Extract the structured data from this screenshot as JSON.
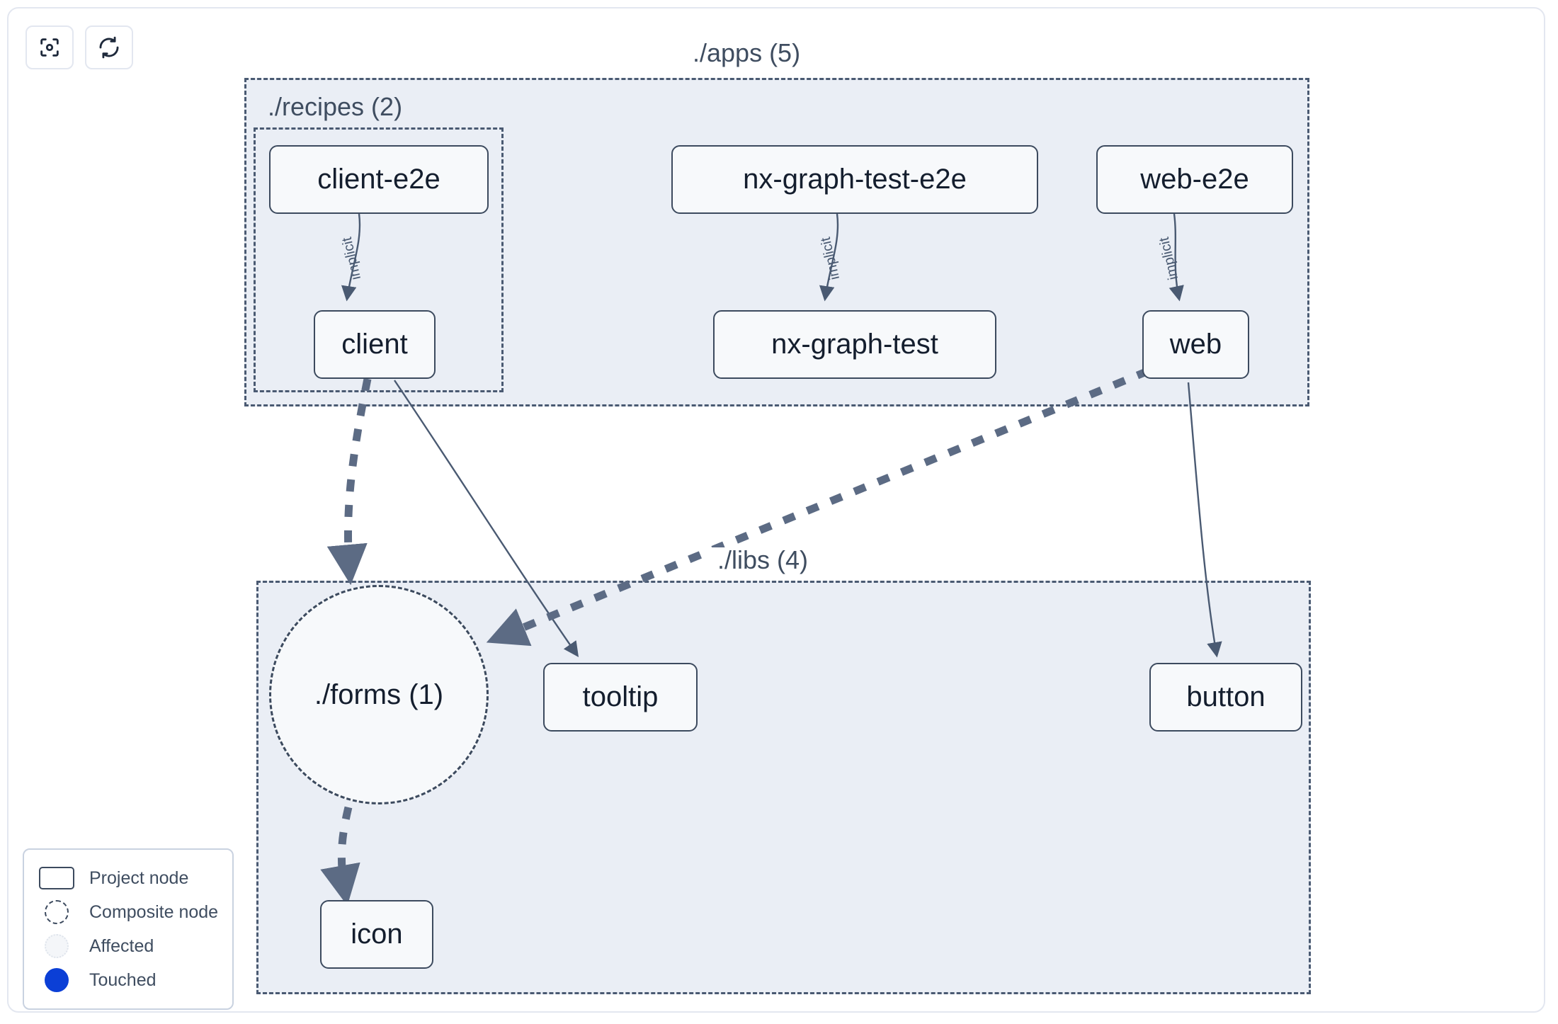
{
  "toolbar": {
    "buttons": [
      {
        "name": "focus-graph-button",
        "icon": "focus-target-icon",
        "label": ""
      },
      {
        "name": "refresh-graph-button",
        "icon": "refresh-icon",
        "label": ""
      }
    ]
  },
  "groups": [
    {
      "id": "apps",
      "label": "./apps (5)",
      "count": 5
    },
    {
      "id": "recipes",
      "label": "./recipes (2)",
      "count": 2
    },
    {
      "id": "libs",
      "label": "./libs (4)",
      "count": 4
    }
  ],
  "nodes": [
    {
      "id": "client-e2e",
      "label": "client-e2e",
      "type": "project",
      "group": "recipes"
    },
    {
      "id": "client",
      "label": "client",
      "type": "project",
      "group": "recipes"
    },
    {
      "id": "nx-graph-test-e2e",
      "label": "nx-graph-test-e2e",
      "type": "project",
      "group": "apps"
    },
    {
      "id": "nx-graph-test",
      "label": "nx-graph-test",
      "type": "project",
      "group": "apps"
    },
    {
      "id": "web-e2e",
      "label": "web-e2e",
      "type": "project",
      "group": "apps"
    },
    {
      "id": "web",
      "label": "web",
      "type": "project",
      "group": "apps"
    },
    {
      "id": "forms",
      "label": "./forms (1)",
      "type": "composite",
      "group": "libs"
    },
    {
      "id": "tooltip",
      "label": "tooltip",
      "type": "project",
      "group": "libs"
    },
    {
      "id": "button",
      "label": "button",
      "type": "project",
      "group": "libs"
    },
    {
      "id": "icon",
      "label": "icon",
      "type": "project",
      "group": "libs"
    }
  ],
  "edges": [
    {
      "from": "client-e2e",
      "to": "client",
      "label": "implicit",
      "style": "solid"
    },
    {
      "from": "nx-graph-test-e2e",
      "to": "nx-graph-test",
      "label": "implicit",
      "style": "solid"
    },
    {
      "from": "web-e2e",
      "to": "web",
      "label": "implicit",
      "style": "solid"
    },
    {
      "from": "client",
      "to": "forms",
      "label": "",
      "style": "dashed"
    },
    {
      "from": "client",
      "to": "tooltip",
      "label": "",
      "style": "solid"
    },
    {
      "from": "web",
      "to": "forms",
      "label": "",
      "style": "dashed"
    },
    {
      "from": "web",
      "to": "button",
      "label": "",
      "style": "solid"
    },
    {
      "from": "forms",
      "to": "icon",
      "label": "",
      "style": "dashed"
    }
  ],
  "legend": {
    "items": [
      {
        "swatch": "project-node-swatch",
        "label": "Project node"
      },
      {
        "swatch": "composite-node-swatch",
        "label": "Composite node"
      },
      {
        "swatch": "affected-swatch",
        "label": "Affected"
      },
      {
        "swatch": "touched-swatch",
        "label": "Touched"
      }
    ]
  },
  "colors": {
    "group_fill": "#eaeef5",
    "group_border": "#4a5a72",
    "node_fill": "#f7f9fb",
    "node_border": "#3c4a5e",
    "node_text": "#141e2e",
    "edge": "#4a5a72",
    "touched": "#0b3fd6",
    "canvas": "#ffffff",
    "frame_border": "#e3e7f0"
  }
}
